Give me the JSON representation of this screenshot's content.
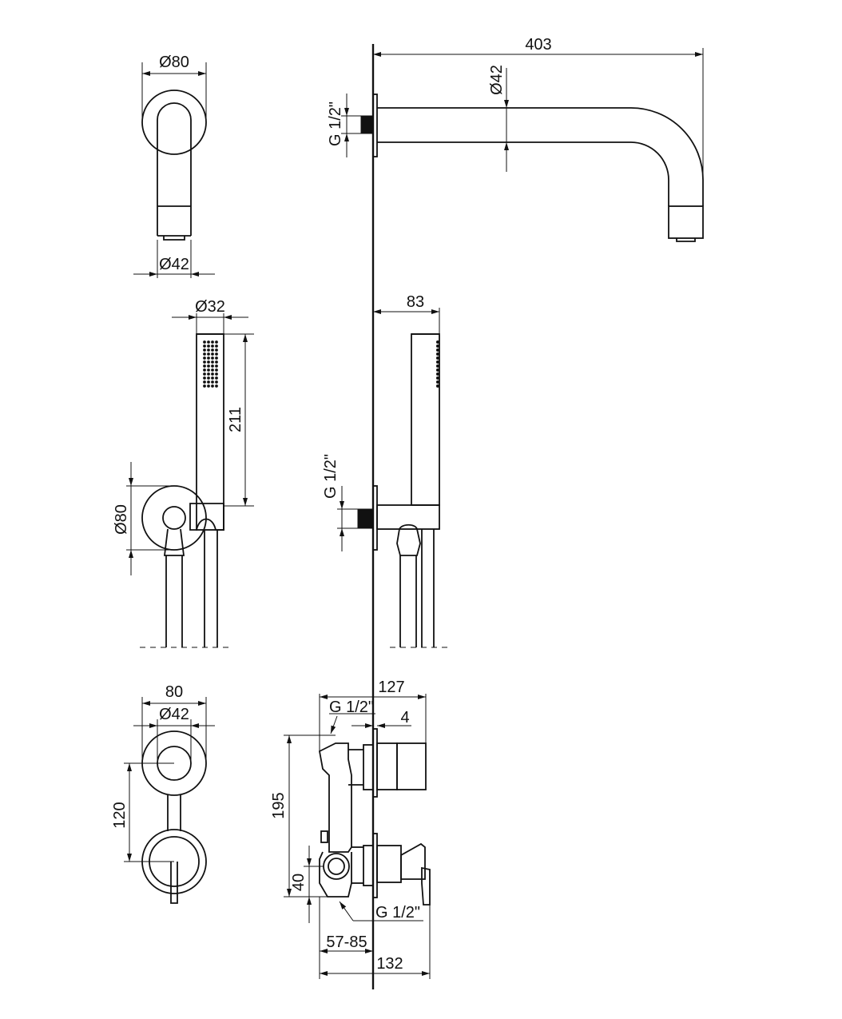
{
  "dimensions": {
    "spout_front_outer_diameter": "Ø80",
    "spout_front_pipe_diameter": "Ø42",
    "spout_length": "403",
    "spout_side_pipe_diameter": "Ø42",
    "spout_thread": "G 1/2\"",
    "handshower_diameter": "Ø32",
    "handshower_length": "211",
    "holder_rosette_diameter": "Ø80",
    "holder_projection": "83",
    "holder_thread": "G 1/2\"",
    "mixer_front_width": "80",
    "mixer_front_inner_diameter": "Ø42",
    "mixer_axis_distance": "120",
    "mixer_depth_total": "127",
    "mixer_thread_top": "G 1/2\"",
    "mixer_plate_thickness": "4",
    "mixer_height": "195",
    "mixer_bottom_offset": "40",
    "mixer_thread_bottom": "G 1/2\"",
    "mixer_install_depth": "57-85",
    "mixer_body_depth": "132"
  }
}
